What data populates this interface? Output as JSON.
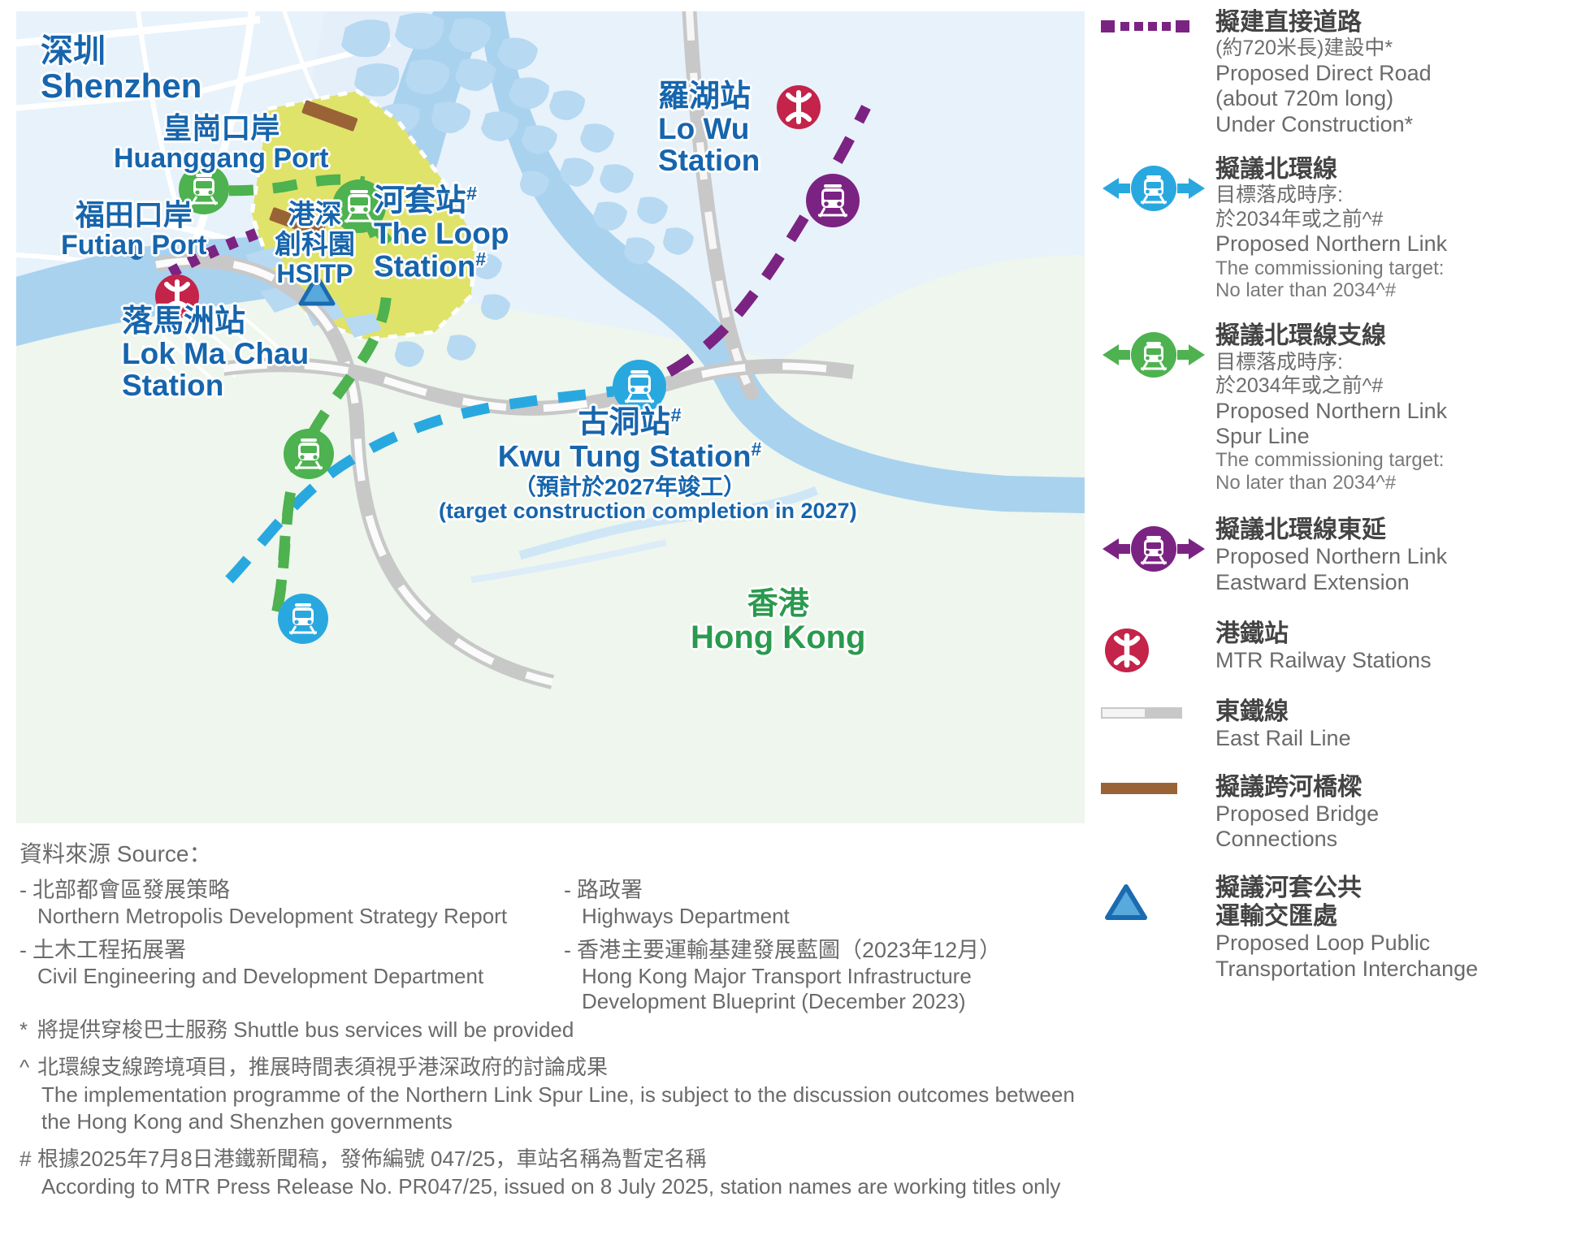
{
  "map": {
    "regions": [
      {
        "zh": "深圳",
        "en": "Shenzhen"
      },
      {
        "zh": "香港",
        "en": "Hong Kong"
      }
    ],
    "labels": {
      "shenzhen_zh": "深圳",
      "shenzhen_en": "Shenzhen",
      "huanggang_zh": "皇崗口岸",
      "huanggang_en": "Huanggang Port",
      "futian_zh": "福田口岸",
      "futian_en": "Futian Port",
      "hsitp_zh1": "港深",
      "hsitp_zh2": "創科園",
      "hsitp_en": "HSITP",
      "loop_zh": "河套站",
      "loop_zh_sup": "#",
      "loop_en1": "The Loop",
      "loop_en2": "Station",
      "loop_en_sup": "#",
      "lowu_zh": "羅湖站",
      "lowu_en1": "Lo Wu",
      "lowu_en2": "Station",
      "lokmachau_zh": "落馬洲站",
      "lokmachau_en1": "Lok Ma Chau",
      "lokmachau_en2": "Station",
      "kwutung_zh": "古洞站",
      "kwutung_zh_sup": "#",
      "kwutung_en": "Kwu Tung Station",
      "kwutung_en_sup": "#",
      "kwutung_note_zh": "（預計於2027年竣工）",
      "kwutung_note_en": "(target construction completion in 2027)",
      "hongkong_zh": "香港",
      "hongkong_en": "Hong Kong"
    },
    "colors": {
      "land_hk": "#eef6ed",
      "land_sz": "#e8f2fb",
      "water": "#a9d2ef",
      "hsitp_fill": "#dfe36a",
      "green_line": "#4db24f",
      "blue_line": "#29a8e0",
      "purple_line": "#7b2382",
      "mtr_red": "#c4234a",
      "bridge_brown": "#9a6336",
      "rail_grey": "#c8c8c8",
      "label_blue": "#1665ad",
      "label_green": "#2a9a4e"
    }
  },
  "legend": {
    "items": [
      {
        "symbol": "dotted-purple-road",
        "zh_bold": "擬建直接道路",
        "zh_sub": "(約720米長)建設中*",
        "en_lines": [
          "Proposed Direct Road",
          "(about 720m long)",
          "Under Construction*"
        ]
      },
      {
        "symbol": "blue-train-arrows",
        "zh_bold": "擬議北環線",
        "zh_sub2": [
          "目標落成時序:",
          "於2034年或之前^#"
        ],
        "en_lines": [
          "Proposed Northern Link",
          "The commissioning target:",
          "No later than 2034^#"
        ]
      },
      {
        "symbol": "green-train-arrows",
        "zh_bold": "擬議北環線支線",
        "zh_sub2": [
          "目標落成時序:",
          "於2034年或之前^#"
        ],
        "en_lines": [
          "Proposed Northern Link",
          "Spur Line",
          "The commissioning target:",
          "No later than 2034^#"
        ]
      },
      {
        "symbol": "purple-train-arrows",
        "zh_bold": "擬議北環線東延",
        "en_lines": [
          "Proposed Northern Link",
          "Eastward Extension"
        ]
      },
      {
        "symbol": "mtr-logo",
        "zh_bold": "港鐵站",
        "en_lines": [
          "MTR Railway Stations"
        ]
      },
      {
        "symbol": "east-rail-bar",
        "zh_bold": "東鐵線",
        "en_lines": [
          "East Rail Line"
        ]
      },
      {
        "symbol": "brown-bar",
        "zh_bold": "擬議跨河橋樑",
        "en_lines": [
          "Proposed Bridge",
          "Connections"
        ]
      },
      {
        "symbol": "blue-triangle",
        "zh_bold": "擬議河套公共",
        "zh_bold2": "運輸交匯處",
        "en_lines": [
          "Proposed Loop Public",
          "Transportation Interchange"
        ]
      }
    ]
  },
  "footer": {
    "source_title": "資料來源 Source：",
    "sources_left": [
      {
        "zh": "北部都會區發展策略",
        "en": "Northern Metropolis Development Strategy Report"
      },
      {
        "zh": "土木工程拓展署",
        "en": "Civil Engineering and Development Department"
      }
    ],
    "sources_right": [
      {
        "zh": "路政署",
        "en": "Highways Department"
      },
      {
        "zh": "香港主要運輸基建發展藍圖（2023年12月）",
        "en": "Hong Kong Major Transport Infrastructure",
        "en2": "Development Blueprint (December 2023)"
      }
    ],
    "notes": [
      {
        "mark": "*",
        "lines": [
          "將提供穿梭巴士服務 Shuttle bus services will be provided"
        ]
      },
      {
        "mark": "^",
        "lines": [
          "北環線支線跨境項目，推展時間表須視乎港深政府的討論成果",
          "The implementation programme of the Northern Link Spur Line, is subject to the discussion outcomes between",
          "the Hong Kong and Shenzhen governments"
        ]
      },
      {
        "mark": "#",
        "lines": [
          "根據2025年7月8日港鐵新聞稿，發佈編號 047/25，車站名稱為暫定名稱",
          "According to MTR Press Release No. PR047/25, issued on 8 July 2025, station names are working titles only"
        ]
      }
    ]
  }
}
